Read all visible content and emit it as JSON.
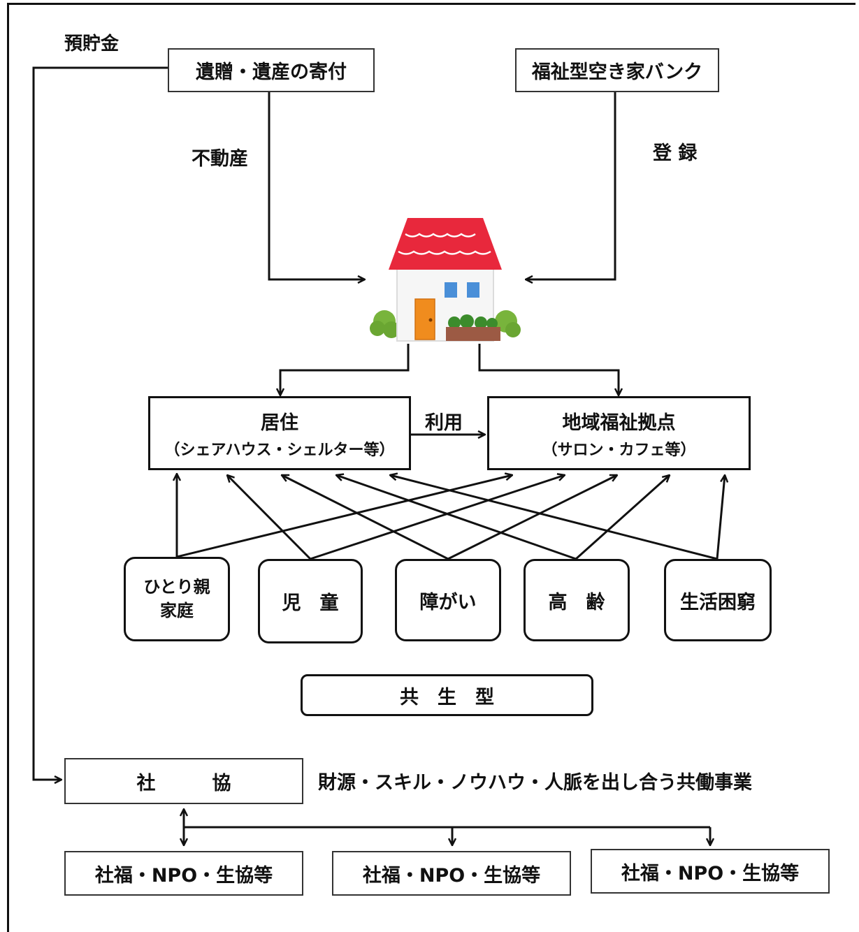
{
  "labels": {
    "savings": "預貯金",
    "real_estate": "不動産",
    "register": "登 録",
    "use": "利用",
    "collab_desc": "財源・スキル・ノウハウ・人脈を出し合う共働事業"
  },
  "sources": {
    "bequest": "遺贈・遺産の寄付",
    "vacant_house_bank": "福祉型空き家バンク"
  },
  "facilities": {
    "residence": {
      "title": "居住",
      "sub": "（シェアハウス・シェルター等）"
    },
    "community_hub": {
      "title": "地域福祉拠点",
      "sub": "（サロン・カフェ等）"
    }
  },
  "target_groups": [
    {
      "line1": "ひとり親",
      "line2": "家庭"
    },
    {
      "line1": "児　童",
      "line2": ""
    },
    {
      "line1": "障がい",
      "line2": ""
    },
    {
      "line1": "高　齢",
      "line2": ""
    },
    {
      "line1": "生活困窮",
      "line2": ""
    }
  ],
  "coexistence": "共　生　型",
  "council": "社　　　協",
  "partners": [
    "社福・NPO・生協等",
    "社福・NPO・生協等",
    "社福・NPO・生協等"
  ],
  "icons": {
    "house": "house-icon"
  },
  "colors": {
    "line": "#111111",
    "roof": "#e8283c",
    "door": "#f08c1e",
    "window": "#4a8fd8",
    "bush": "#78b43c"
  }
}
